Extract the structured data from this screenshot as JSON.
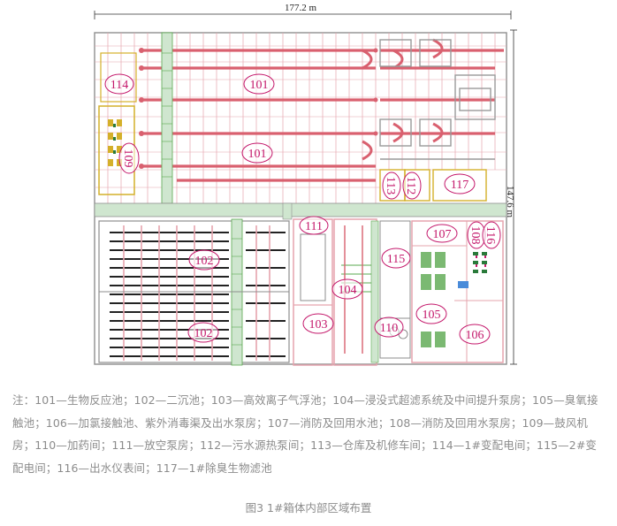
{
  "dimensions": {
    "width_label": "177.2 m",
    "height_label": "147.6 m"
  },
  "labels": [
    "114",
    "101",
    "101",
    "109",
    "113",
    "112",
    "117",
    "111",
    "107",
    "108",
    "116",
    "102",
    "115",
    "104",
    "102",
    "103",
    "110",
    "105",
    "106"
  ],
  "note": "注：101—生物反应池；102—二沉池；103—高效离子气浮池；104—浸没式超滤系统及中间提升泵房；105—臭氧接触池；106—加氯接触池、紫外消毒渠及出水泵房；107—消防及回用水池；108—消防及回用水泵房；109—鼓风机房；110—加药间；111—放空泵房；112—污水源热泵间；113—仓库及机修车间；114—1#变配电间；115—2#变配电间；116—出水仪表间；117—1#除臭生物滤池",
  "figure_caption": "图3 1#箱体内部区域布置",
  "colors": {
    "label": "#c4186b",
    "pipe": "#d9606f",
    "wall": "#8e8e8e",
    "corridor": "#cfe6cf",
    "stair": "#5aa84f"
  }
}
